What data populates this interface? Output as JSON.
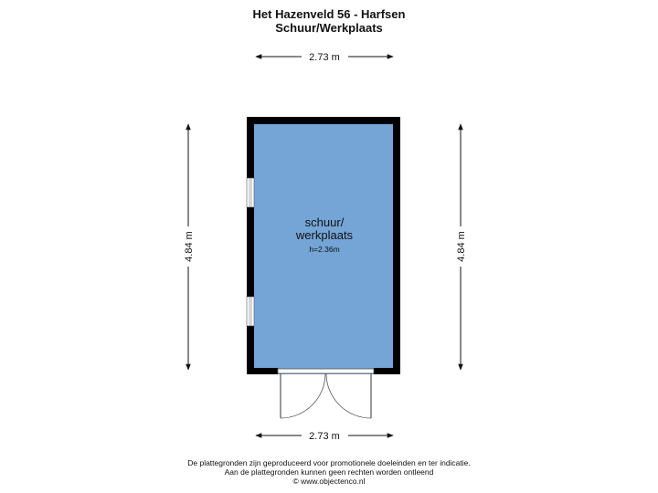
{
  "header": {
    "address": "Het Hazenveld 56 - Harfsen",
    "floor": "Schuur/Werkplaats"
  },
  "dimensions": {
    "top_width": "2.73 m",
    "bottom_width": "2.73 m",
    "left_height": "4.84 m",
    "right_height": "4.84 m"
  },
  "room": {
    "name_line1": "schuur/",
    "name_line2": "werkplaats",
    "height": "h=2.36m"
  },
  "colors": {
    "room_fill": "#74a5d6",
    "wall": "#000000"
  },
  "footer": {
    "line1": "De plattegronden zijn geproduceerd voor promotionele doeleinden en ter indicatie.",
    "line2": "Aan de plattegronden kunnen geen rechten worden ontleend",
    "line3": "© www.objectenco.nl"
  }
}
